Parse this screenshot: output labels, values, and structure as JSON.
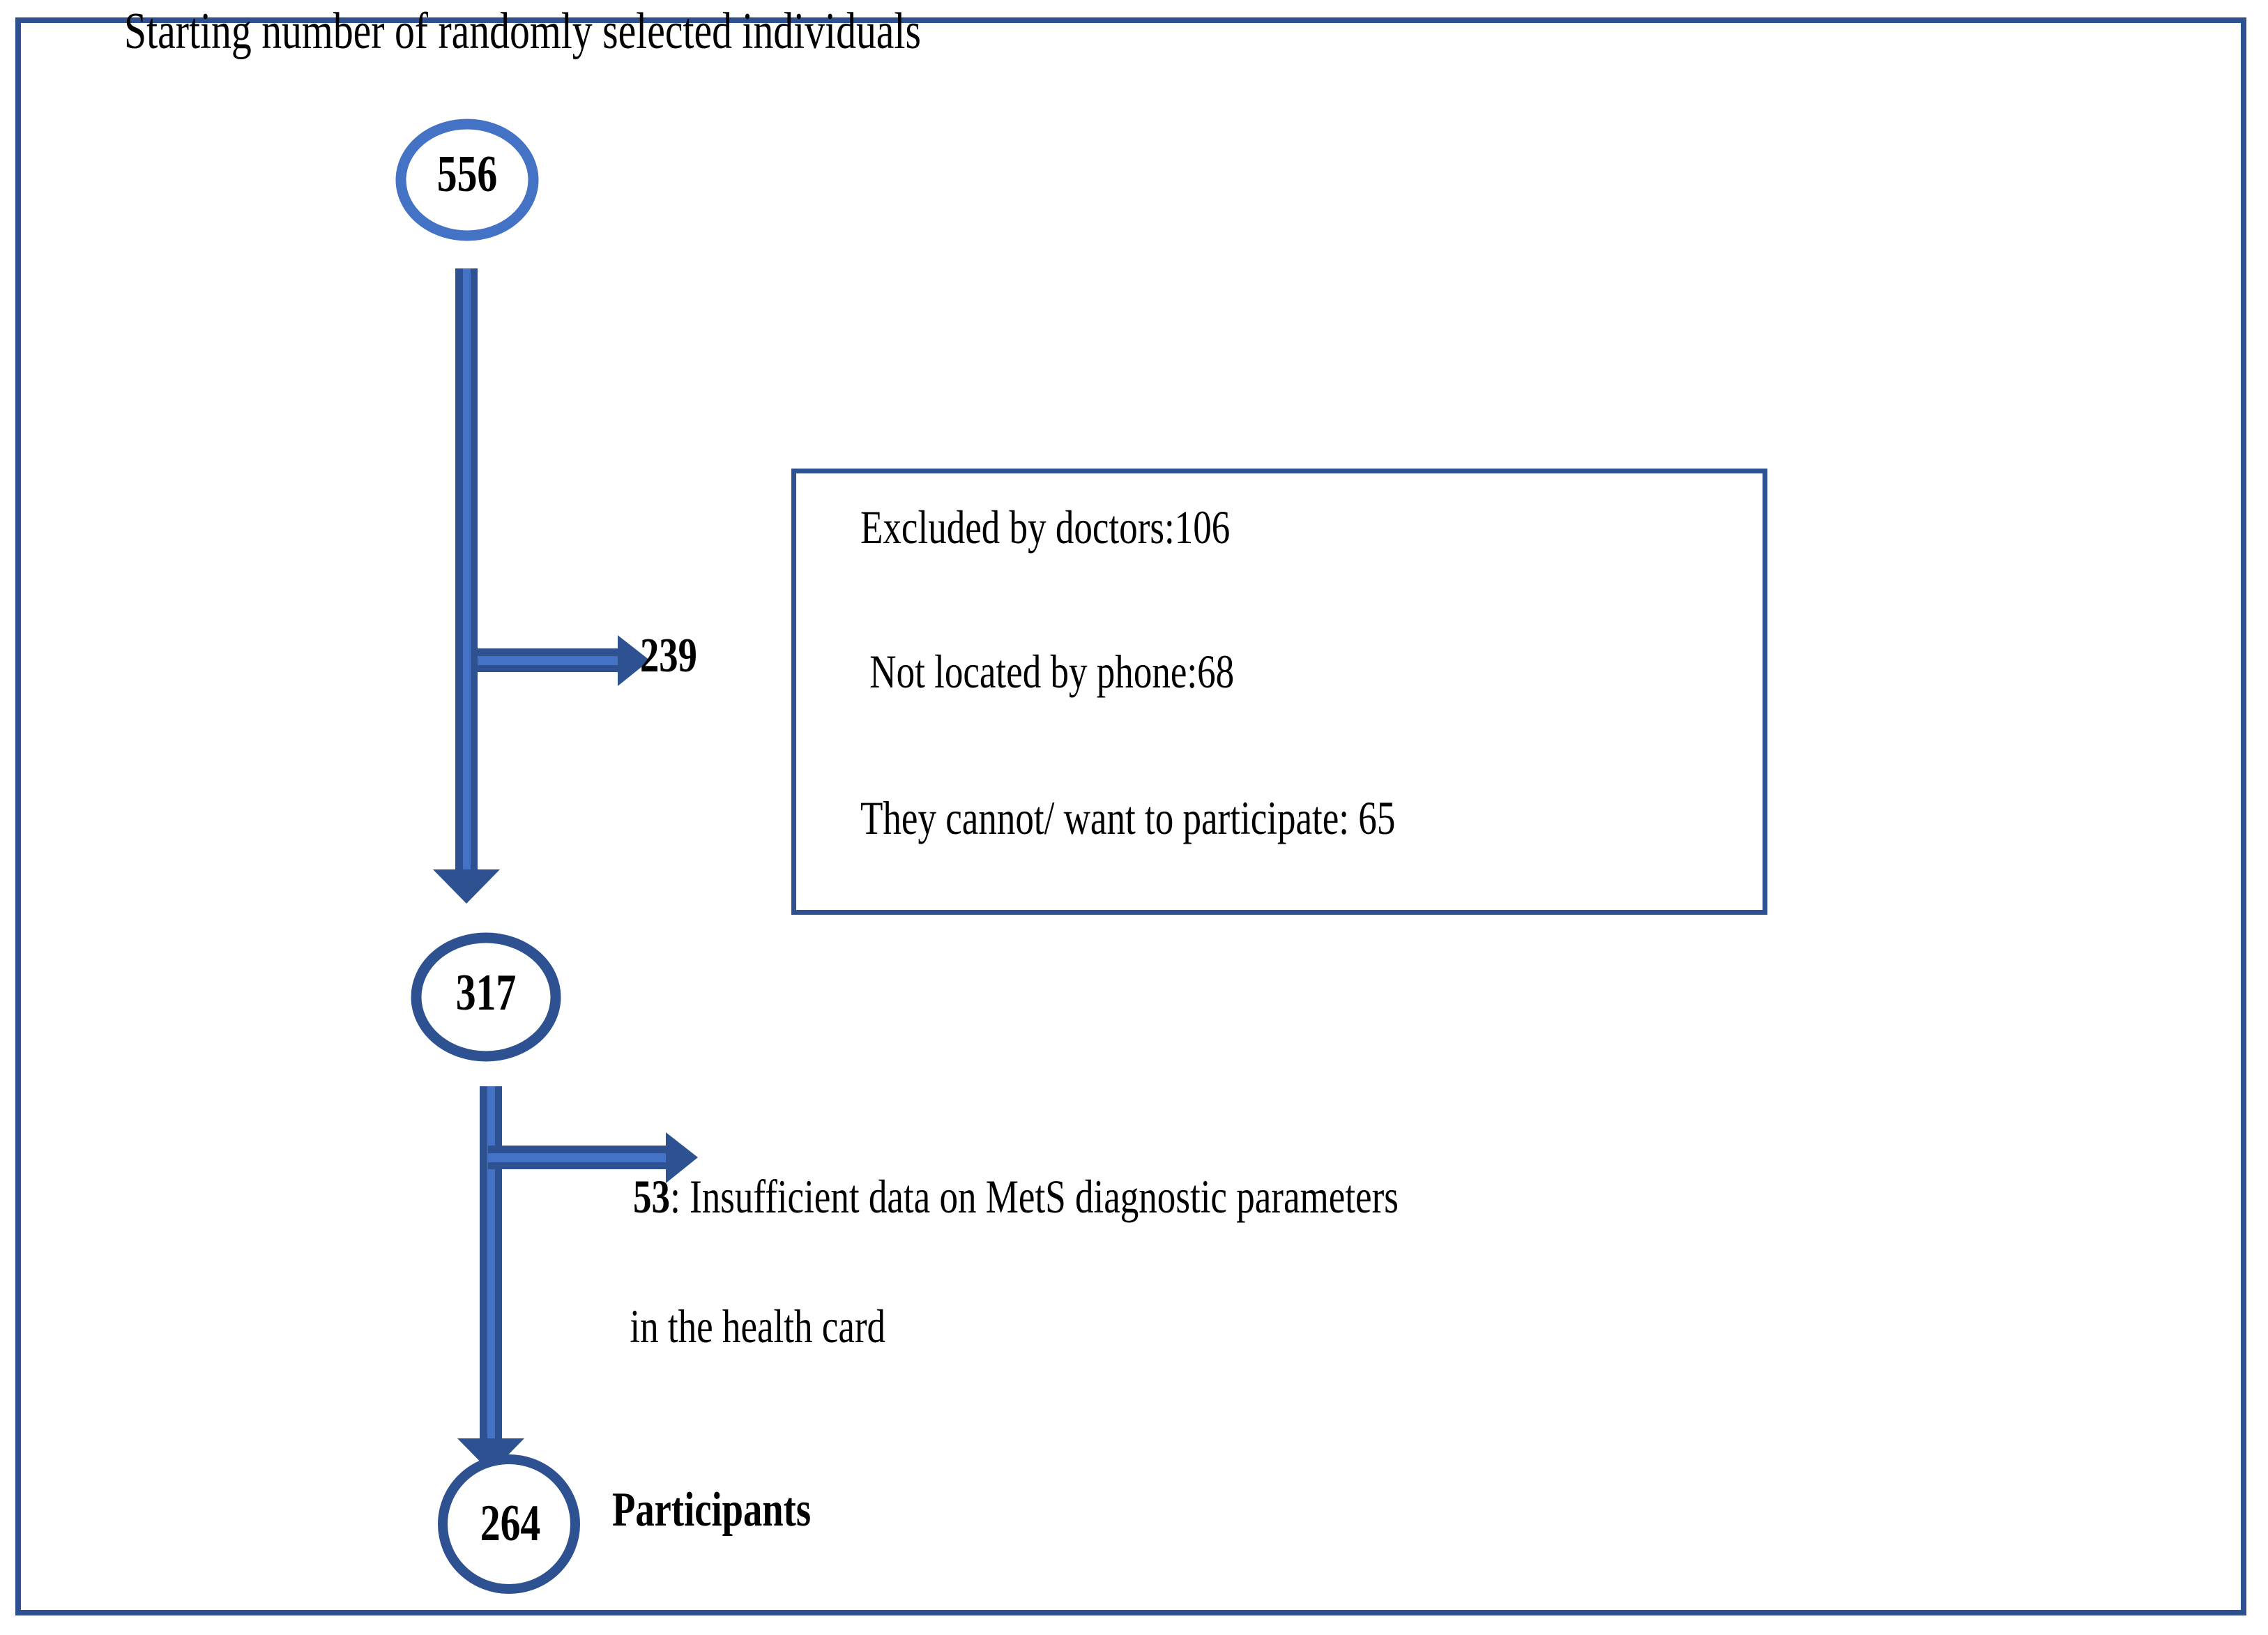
{
  "diagram": {
    "title": "Starting number of randomly selected individuals",
    "type": "flowchart",
    "colors": {
      "border": "#2e5191",
      "arrow_dark": "#2e5191",
      "arrow_light": "#4472c4",
      "node_outline": "#4472c4",
      "node_outline_dark": "#2e5191",
      "text": "#000000",
      "background": "#ffffff"
    },
    "nodes": [
      {
        "id": "start",
        "value": "556",
        "shape": "ellipse"
      },
      {
        "id": "after-exclusions",
        "value": "317",
        "shape": "ellipse"
      },
      {
        "id": "final",
        "value": "264",
        "shape": "ellipse",
        "label": "Participants"
      }
    ],
    "branches": [
      {
        "id": "exclusion-branch-1",
        "count": "239",
        "detail_box": {
          "lines": [
            "Excluded by doctors:106",
            " Not located by phone:68",
            "They cannot/ want to participate: 65"
          ]
        }
      },
      {
        "id": "exclusion-branch-2",
        "count": "53",
        "reason_line_1": ": Insufficient data on MetS diagnostic parameters",
        "reason_line_2": "in the health card"
      }
    ]
  }
}
